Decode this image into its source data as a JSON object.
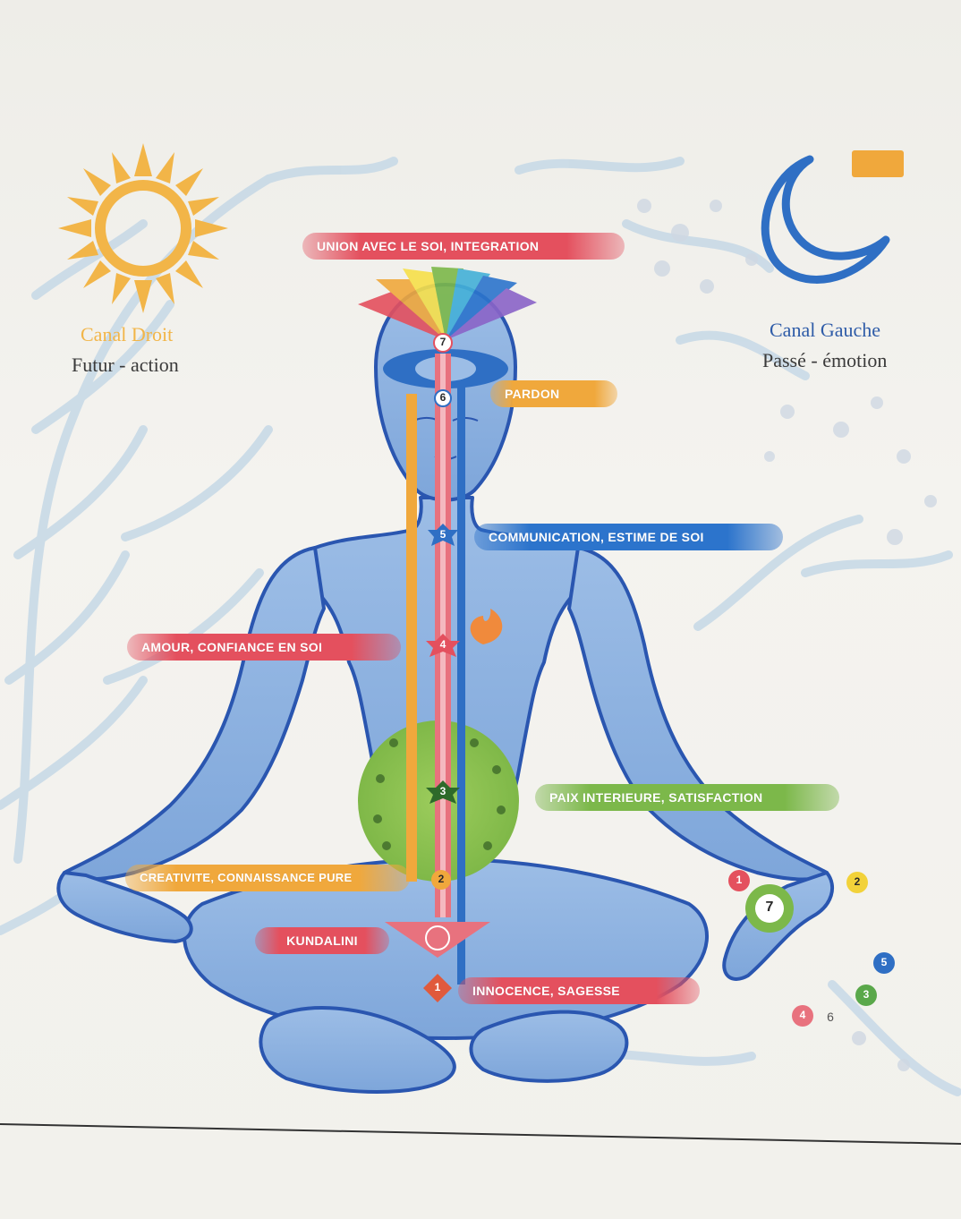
{
  "canals": {
    "right": {
      "name": "Canal Droit",
      "desc": "Futur - action"
    },
    "left": {
      "name": "Canal Gauche",
      "desc": "Passé - émotion"
    }
  },
  "chakras": [
    {
      "number": "7",
      "label": "UNION AVEC LE SOI, INTEGRATION",
      "color": "#e4505e"
    },
    {
      "number": "6",
      "label": "PARDON",
      "color": "#f0a83c"
    },
    {
      "number": "5",
      "label": "COMMUNICATION, ESTIME DE SOI",
      "color": "#2c74cc"
    },
    {
      "number": "4",
      "label": "AMOUR, CONFIANCE EN SOI",
      "color": "#e4505e"
    },
    {
      "number": "3",
      "label": "PAIX INTERIEURE, SATISFACTION",
      "color": "#7cb84a"
    },
    {
      "number": "2",
      "label": "CREATIVITE, CONNAISSANCE PURE",
      "color": "#f0a83c"
    },
    {
      "number": "",
      "label": "KUNDALINI",
      "color": "#e4505e"
    },
    {
      "number": "1",
      "label": "INNOCENCE, SAGESSE",
      "color": "#e4505e"
    }
  ],
  "hand_numbers": [
    "1",
    "2",
    "7",
    "5",
    "3",
    "4",
    "6"
  ],
  "colors": {
    "sun": "#f2b548",
    "moon": "#2f6fc4",
    "body": "#7fa8dc",
    "outline": "#2a56b0"
  },
  "icons": [
    "sun-icon",
    "moon-icon"
  ]
}
